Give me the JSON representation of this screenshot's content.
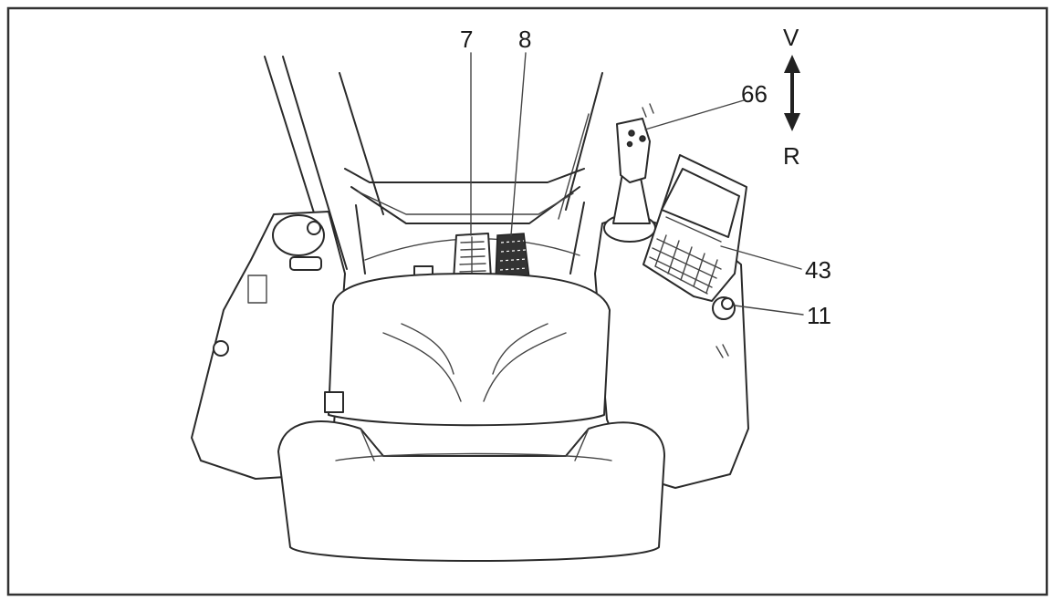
{
  "labels": {
    "pedal_7": "7",
    "pedal_8": "8",
    "direction_forward": "V",
    "direction_reverse": "R",
    "joystick_66": "66",
    "terminal_43": "43",
    "key_switch_11": "11"
  },
  "colors": {
    "line": "#2a2a2a",
    "frame": "#333333",
    "background": "#ffffff"
  }
}
